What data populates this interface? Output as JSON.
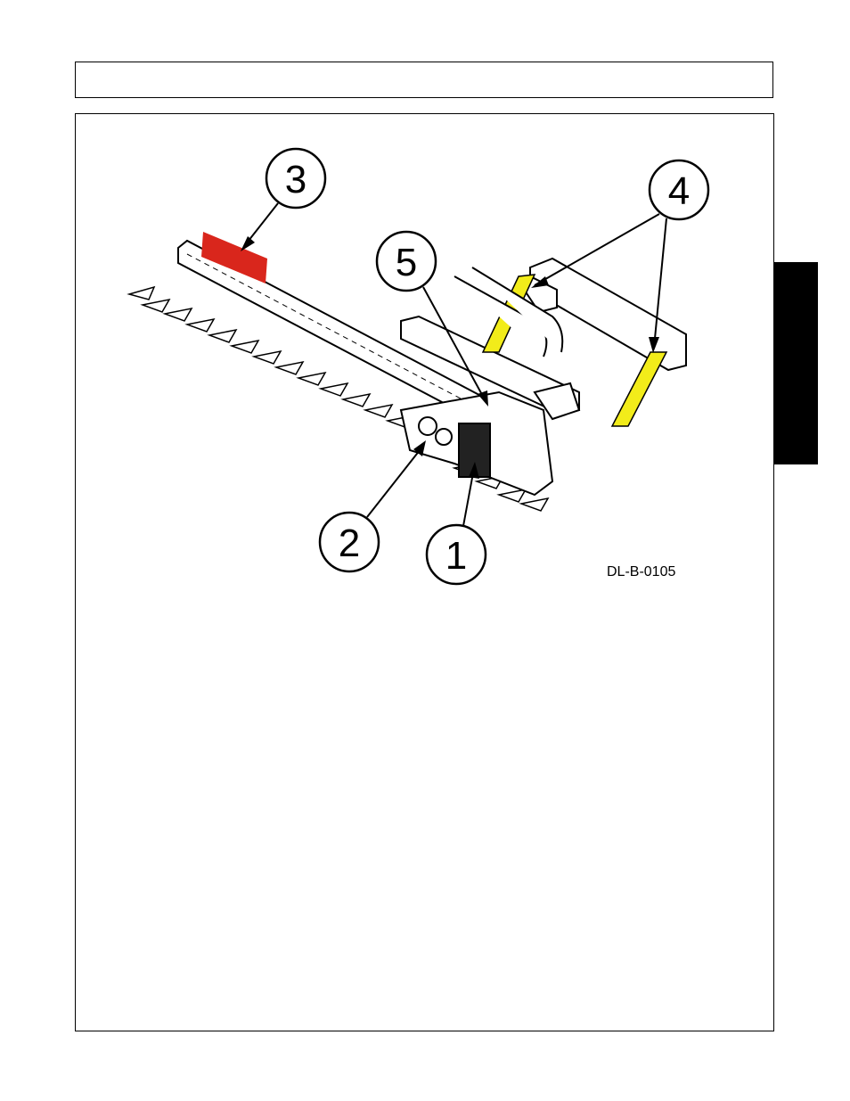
{
  "figure": {
    "id_label": "DL-B-0105",
    "callouts": [
      "1",
      "2",
      "3",
      "4",
      "5"
    ],
    "decal_colors": {
      "red_decal": "#d9261c",
      "yellow_decal": "#f2ec1a"
    }
  }
}
